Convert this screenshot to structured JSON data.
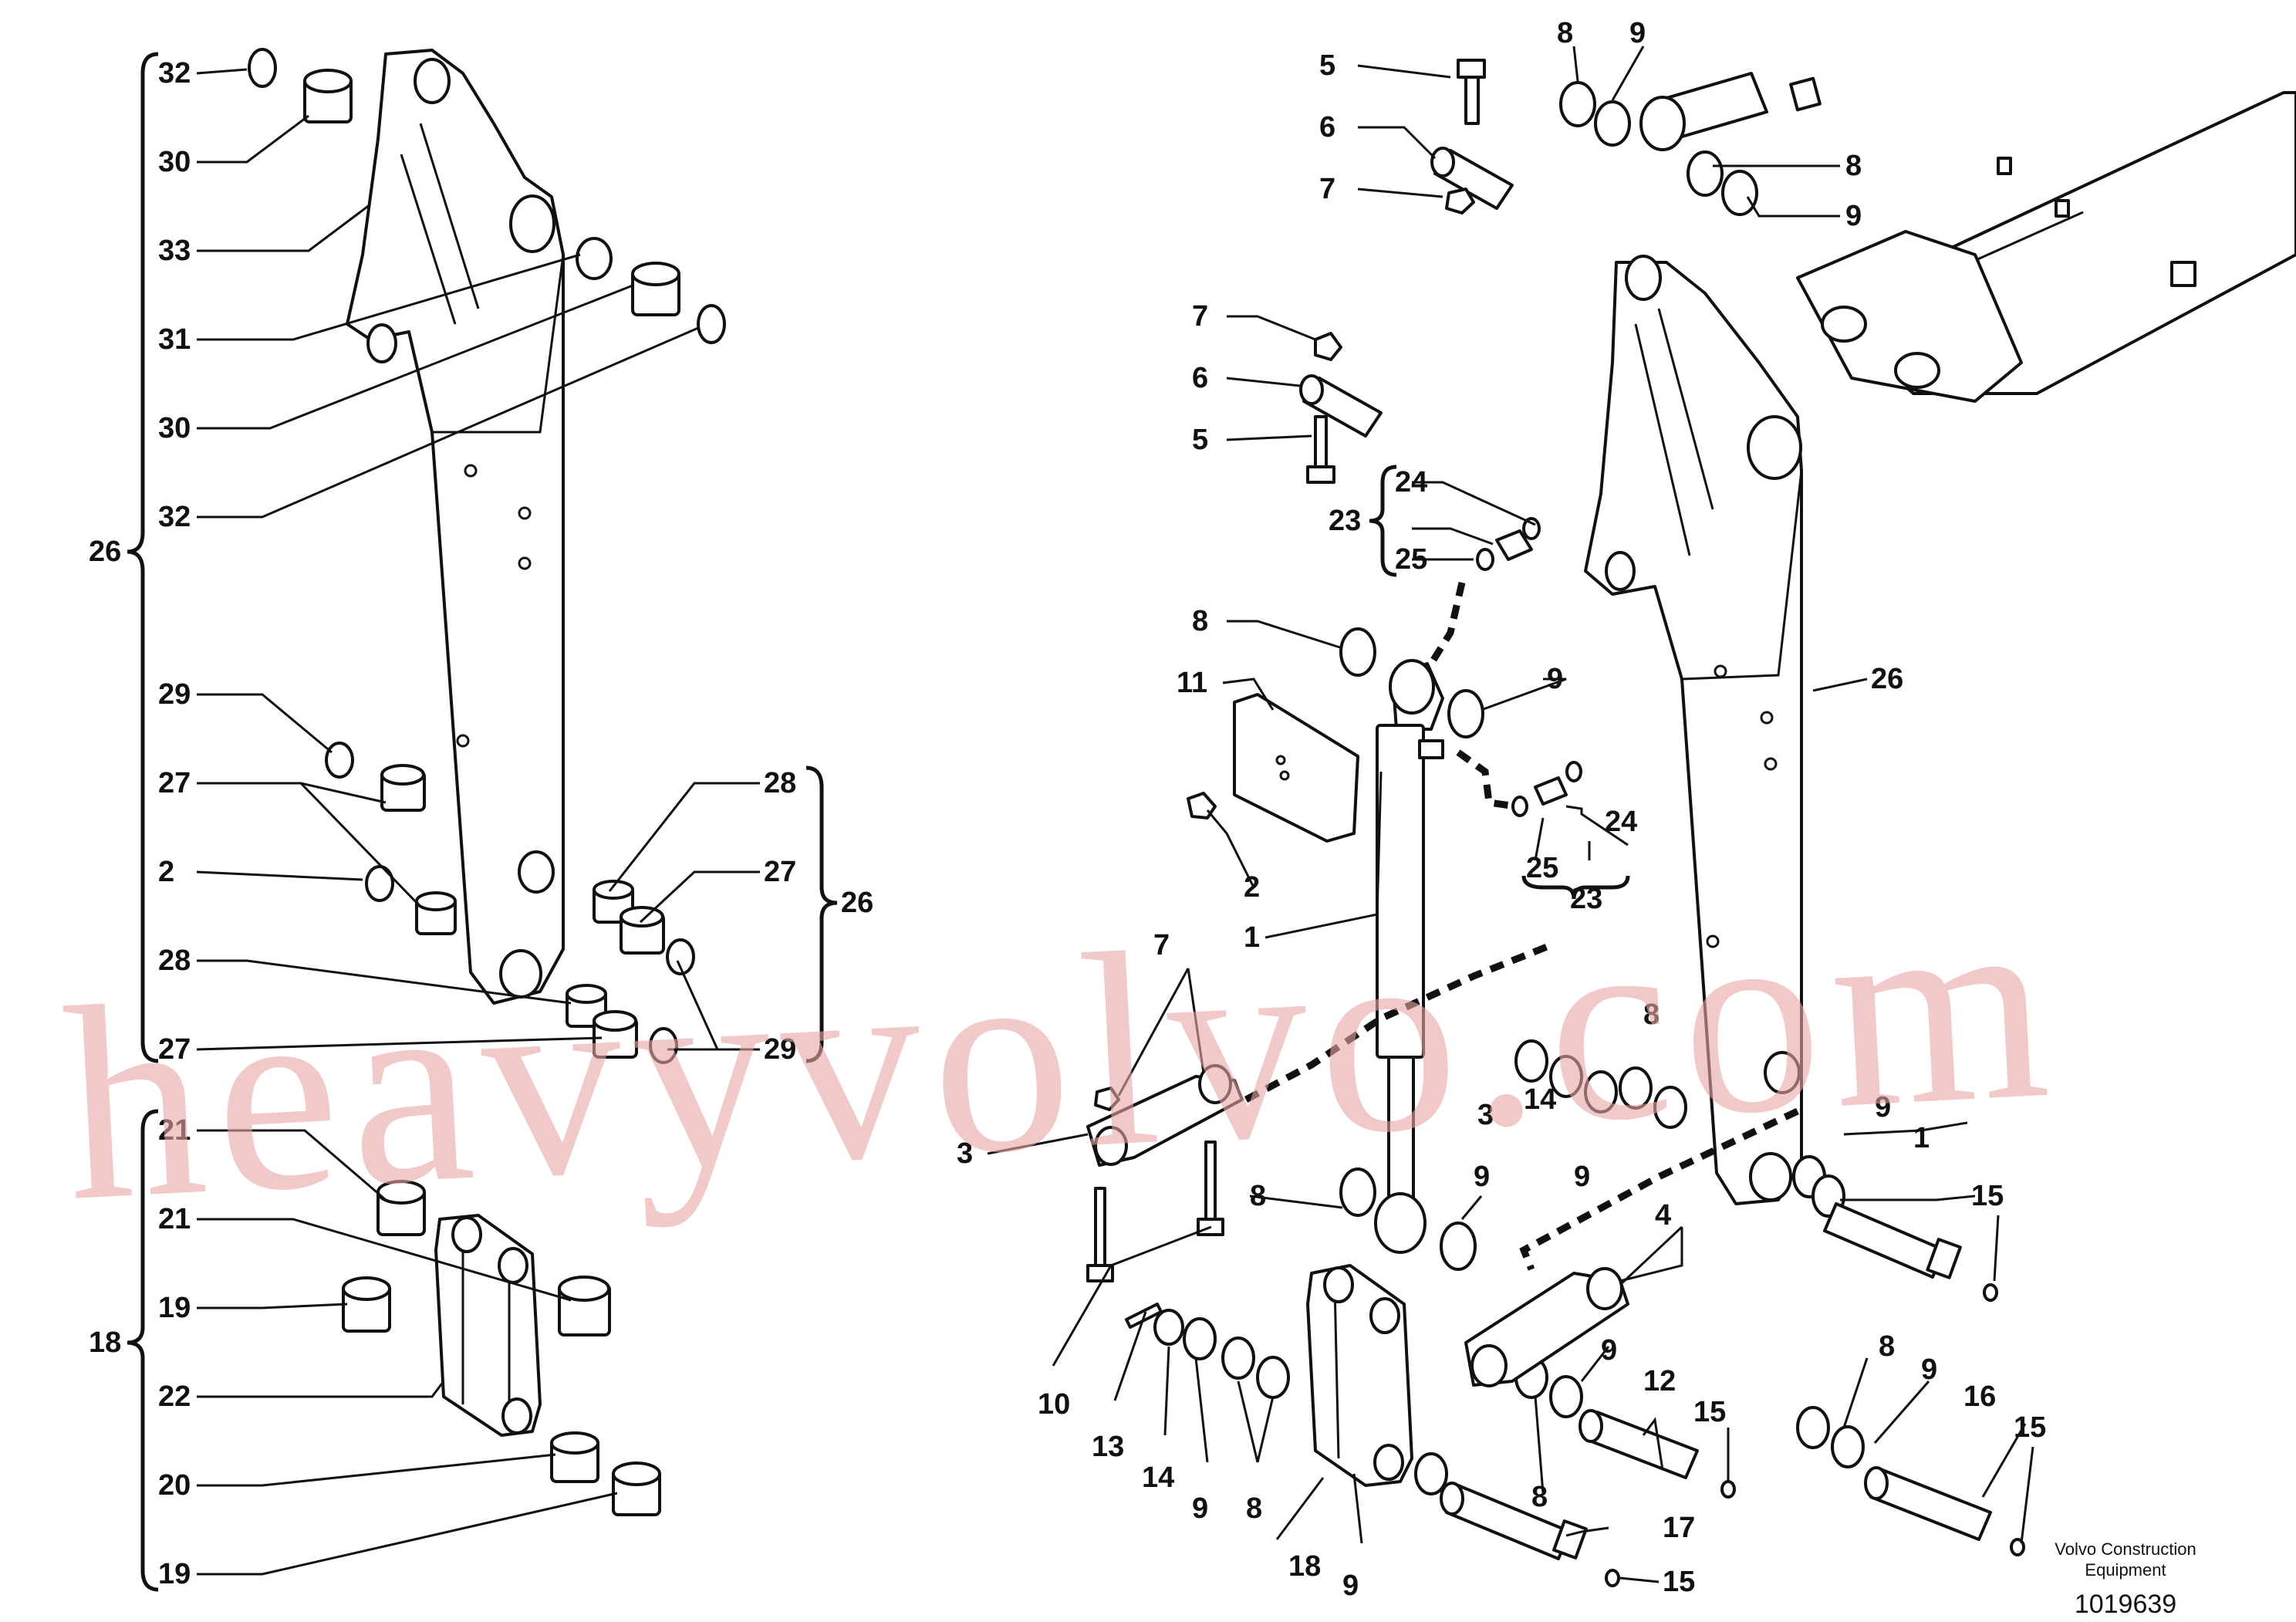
{
  "callouts": {
    "c32a": "32",
    "c30a": "30",
    "c33": "33",
    "c31": "31",
    "c30b": "30",
    "c32b": "32",
    "c26L": "26",
    "c29a": "29",
    "c27a": "27",
    "c2a": "2",
    "c28a": "28",
    "c27b": "27",
    "c28r": "28",
    "c27r": "27",
    "c26m": "26",
    "c29r": "29",
    "c21a": "21",
    "c21b": "21",
    "c19a": "19",
    "c18L": "18",
    "c22": "22",
    "c20": "20",
    "c19b": "19",
    "c5a": "5",
    "c6a": "6",
    "c7a": "7",
    "c8a": "8",
    "c9a": "9",
    "c8b": "8",
    "c9b": "9",
    "c7b": "7",
    "c6b": "6",
    "c5b": "5",
    "c24a": "24",
    "c23a": "23",
    "c25a": "25",
    "c8c": "8",
    "c11": "11",
    "c9c": "9",
    "c26R": "26",
    "c2b": "2",
    "c1": "1",
    "c24b": "24",
    "c25b": "25",
    "c23b": "23",
    "c7c": "7",
    "c3a": "3",
    "c3b": "3",
    "c14a": "14",
    "c9d": "9",
    "c8d": "8",
    "c8e": "8",
    "c9e": "9",
    "c9f": "9",
    "c1r": "1",
    "c15a": "15",
    "c4": "4",
    "c10": "10",
    "c13": "13",
    "c14b": "14",
    "c9g": "9",
    "c8f": "8",
    "c18b": "18",
    "c9h": "9",
    "c9i": "9",
    "c12": "12",
    "c15b": "15",
    "c8g": "8",
    "c8h": "8",
    "c9j": "9",
    "c16": "16",
    "c15c": "15",
    "c17": "17",
    "c15d": "15"
  },
  "footer": {
    "brand_line1": "Volvo Construction",
    "brand_line2": "Equipment",
    "drawing_number": "1019639"
  },
  "watermark": "heavyvolvo.com"
}
